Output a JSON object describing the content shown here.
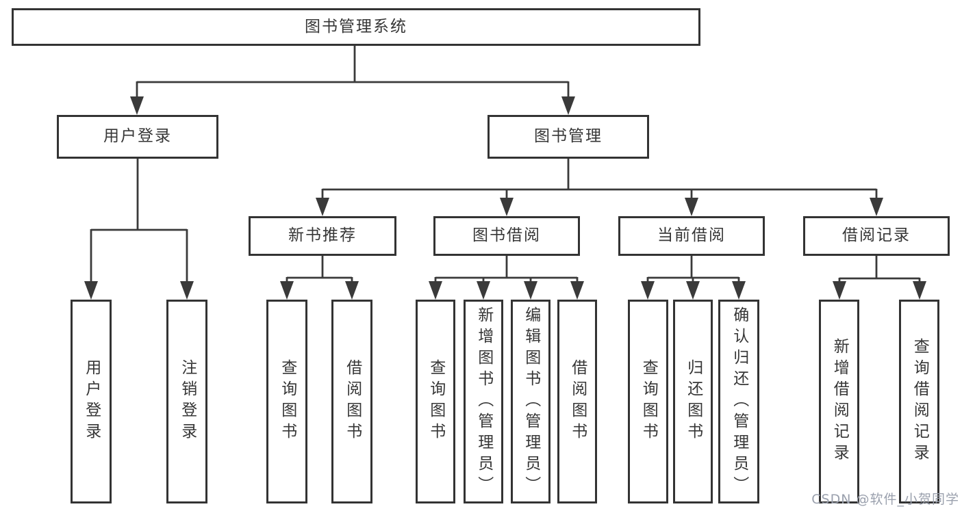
{
  "root": {
    "label": "图书管理系统"
  },
  "branches": [
    {
      "label": "用户登录",
      "leaves": [
        {
          "label": "用户登录"
        },
        {
          "label": "注销登录"
        }
      ]
    },
    {
      "label": "图书管理",
      "children": [
        {
          "label": "新书推荐",
          "leaves": [
            {
              "label": "查询图书"
            },
            {
              "label": "借阅图书"
            }
          ]
        },
        {
          "label": "图书借阅",
          "leaves": [
            {
              "label": "查询图书"
            },
            {
              "label": "新增图书（管理员）"
            },
            {
              "label": "编辑图书（管理员）"
            },
            {
              "label": "借阅图书"
            }
          ]
        },
        {
          "label": "当前借阅",
          "leaves": [
            {
              "label": "查询图书"
            },
            {
              "label": "归还图书"
            },
            {
              "label": "确认归还（管理员）"
            }
          ]
        },
        {
          "label": "借阅记录",
          "leaves": [
            {
              "label": "新增借阅记录"
            },
            {
              "label": "查询借阅记录"
            }
          ]
        }
      ]
    }
  ],
  "watermark": {
    "text": "CSDN @软件_小贺同学"
  },
  "colors": {
    "line": "#3a3a3a",
    "border": "#333333",
    "text": "#363636",
    "background": "#ffffff",
    "watermark": "#9aa0ad"
  }
}
